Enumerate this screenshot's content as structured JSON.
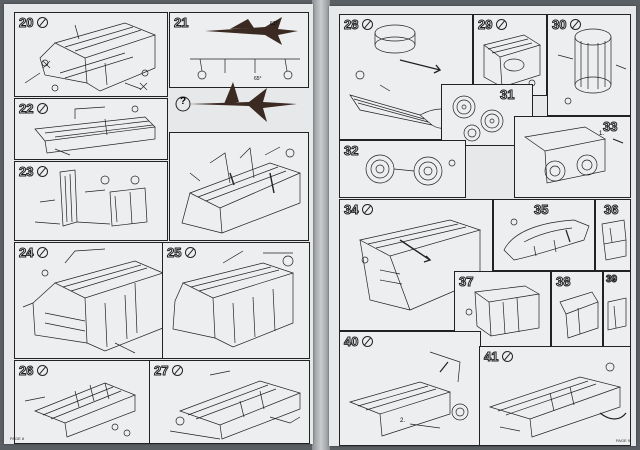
{
  "left_page": {
    "header": "",
    "footer": "PAGE 8",
    "steps": [
      {
        "number": "20"
      },
      {
        "number": "21"
      },
      {
        "number": "22"
      },
      {
        "number": "23"
      },
      {
        "number": "24"
      },
      {
        "number": "25"
      },
      {
        "number": "26"
      },
      {
        "number": "27"
      }
    ]
  },
  "right_page": {
    "header": "",
    "footer": "PAGE 9",
    "steps": [
      {
        "number": "28"
      },
      {
        "number": "29"
      },
      {
        "number": "30"
      },
      {
        "number": "31"
      },
      {
        "number": "32"
      },
      {
        "number": "33"
      },
      {
        "number": "34"
      },
      {
        "number": "35"
      },
      {
        "number": "36"
      },
      {
        "number": "37"
      },
      {
        "number": "38"
      },
      {
        "number": "39"
      },
      {
        "number": "40"
      },
      {
        "number": "41"
      }
    ]
  },
  "annotations": {
    "angle_1": "61°",
    "angle_2": "65°",
    "question_mark": "?",
    "label_1": "1.",
    "label_2": "2."
  },
  "colors": {
    "page": "#e7e8ea",
    "ink": "#222222",
    "silhouette": "#3a2a22",
    "background": "#5a5f63"
  }
}
